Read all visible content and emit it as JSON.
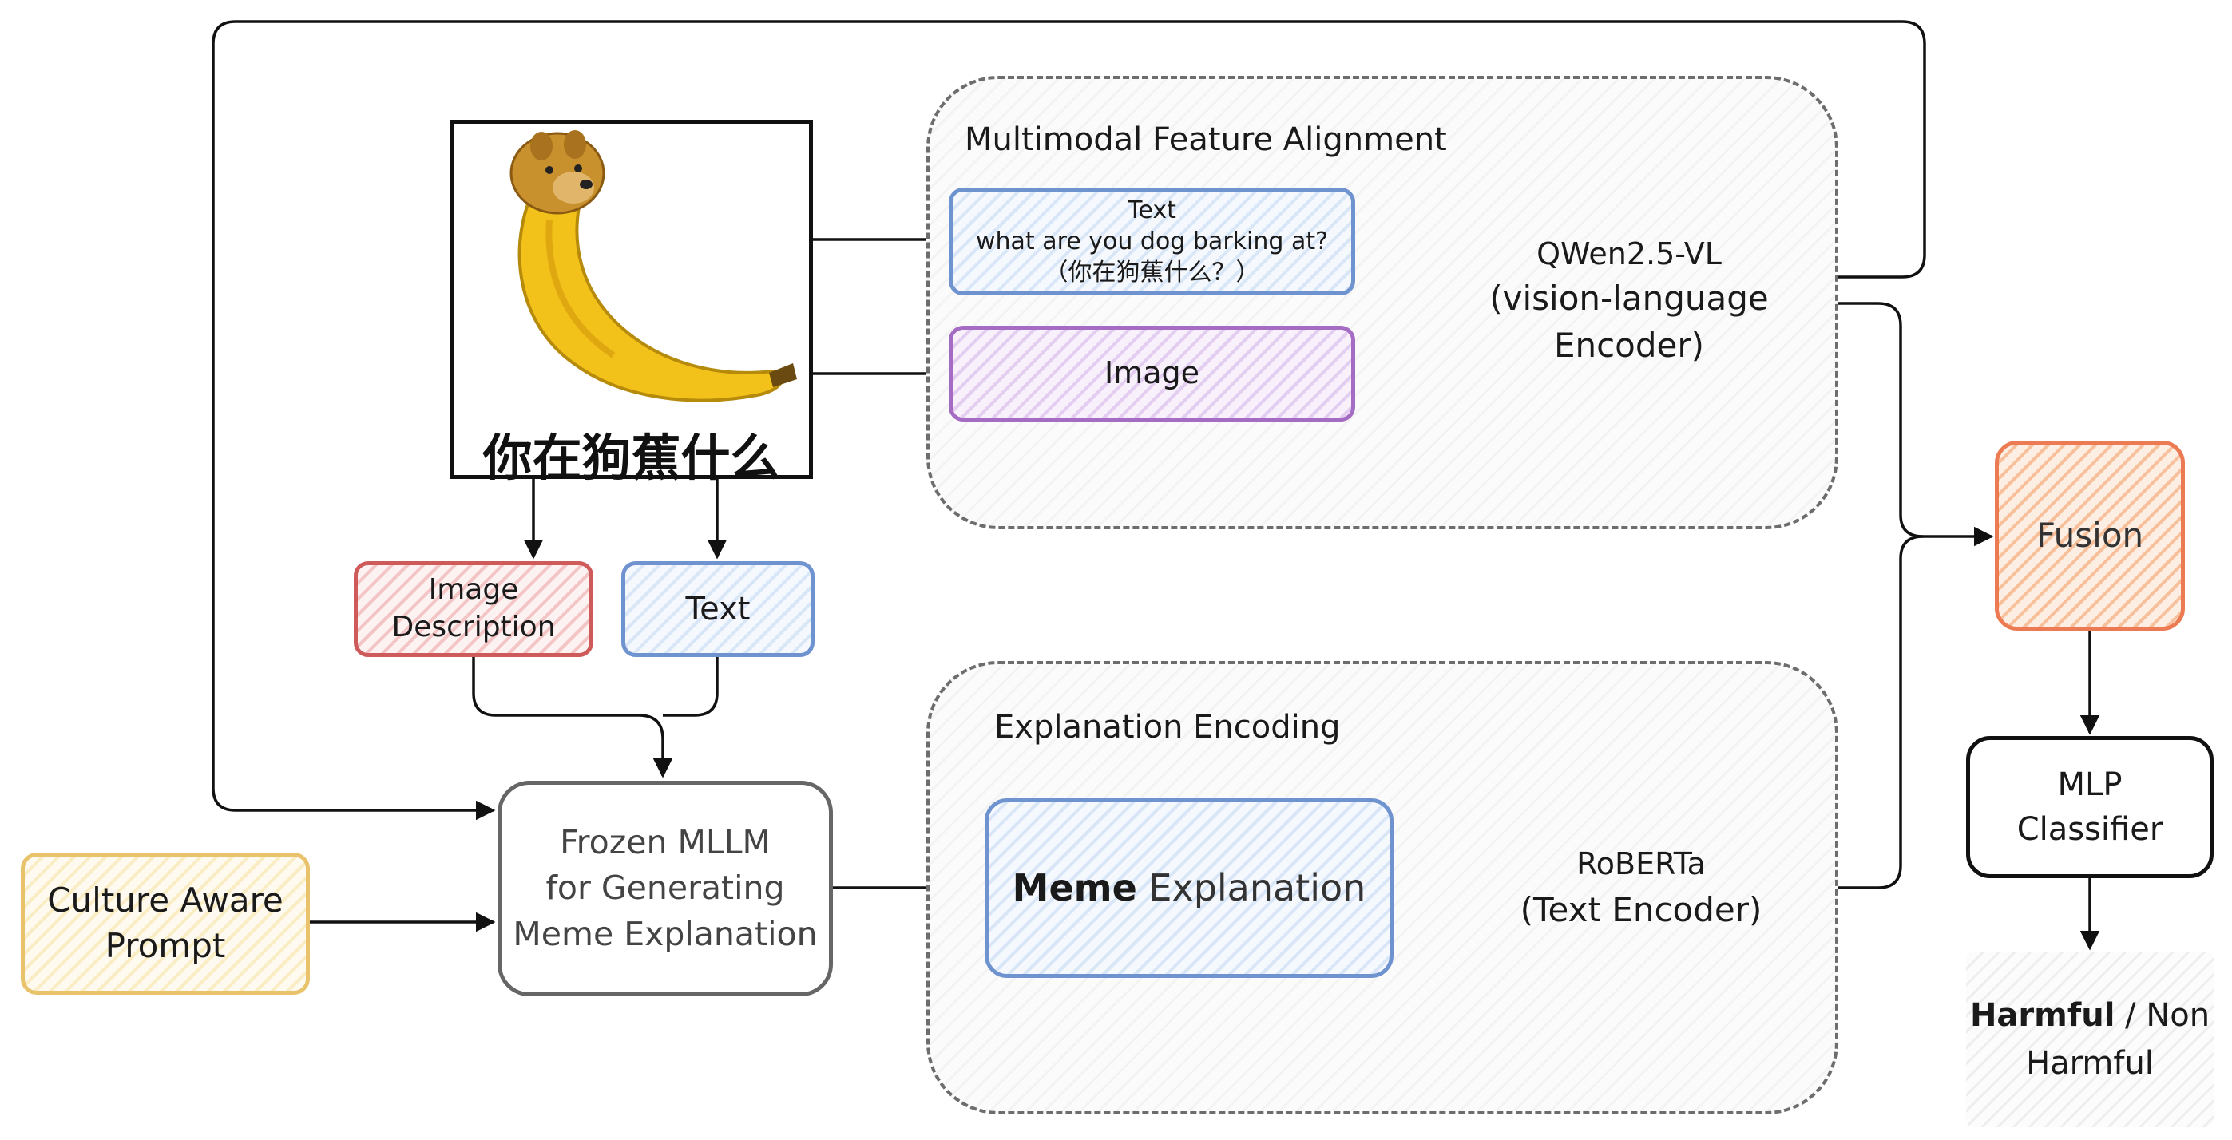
{
  "meme": {
    "caption": "你在狗蕉什么",
    "image_icon": "banana-dog-icon"
  },
  "groups": {
    "alignment_title": "Multimodal Feature Alignment",
    "explanation_title": "Explanation Encoding"
  },
  "nodes": {
    "text_input": {
      "title": "Text",
      "line1": "what are you dog barking at?",
      "line2": "（你在狗蕉什么？）"
    },
    "image_input": "Image",
    "vl_encoder": {
      "line1": "QWen2.5-VL",
      "line2": "(vision-language",
      "line3": "Encoder)"
    },
    "image_description": {
      "line1": "Image",
      "line2": "Description"
    },
    "text_extracted": "Text",
    "frozen_mllm": {
      "line1": "Frozen MLLM",
      "line2": "for Generating",
      "line3": "Meme Explanation"
    },
    "culture_prompt": {
      "line1": "Culture Aware",
      "line2": "Prompt"
    },
    "meme_explanation": {
      "strong": "Meme",
      "rest": " Explanation"
    },
    "roberta": {
      "line1": "RoBERTa",
      "line2": "(Text Encoder)"
    },
    "fusion": "Fusion",
    "mlp": {
      "line1": "MLP",
      "line2": "Classifier"
    },
    "output": {
      "harmful": "Harmful",
      "sep": " / ",
      "non": "Non",
      "line2": "Harmful"
    }
  },
  "colors": {
    "blue": "#6f93cf",
    "purple": "#a56cc4",
    "green": "#7bbf63",
    "red": "#cf5a5a",
    "yellow": "#e8c36b",
    "orange": "#ec7a52",
    "roberta_border": "#e4ac2b"
  }
}
